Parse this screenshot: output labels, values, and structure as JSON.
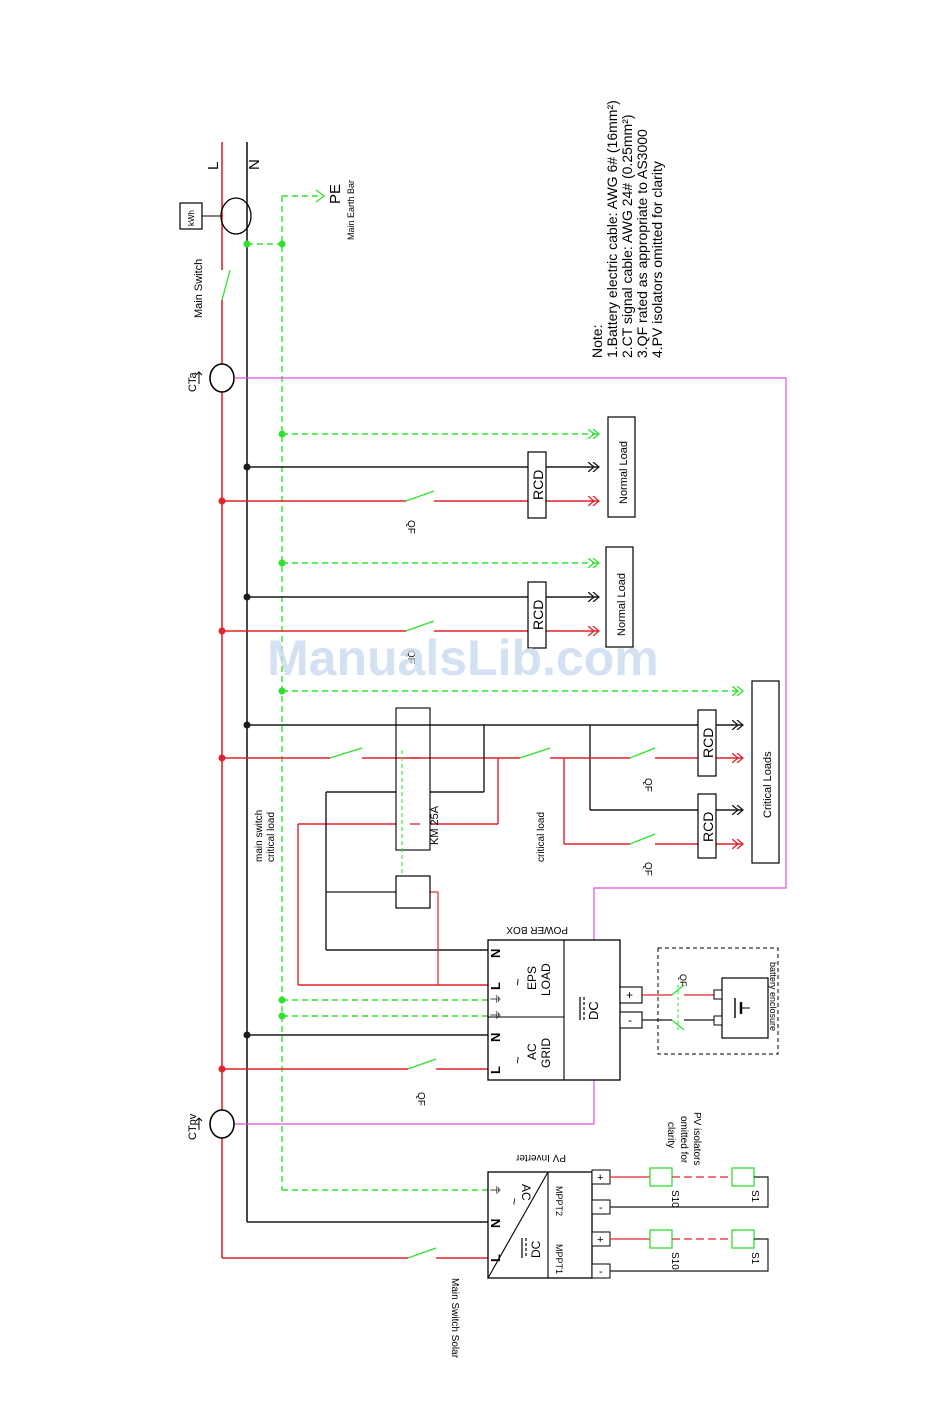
{
  "colors": {
    "live": "#e0242c",
    "neutral": "#1a1a1a",
    "earth": "#2ee32e",
    "ct_signal": "#e052e0",
    "watermark": "#b8d0ee"
  },
  "bus": {
    "l_label": "L",
    "n_label": "N",
    "pe_label": "PE",
    "earth_bar_label": "Main Earth Bar"
  },
  "meter": {
    "label": "kWh"
  },
  "switches": {
    "main_switch": "Main Switch",
    "main_switch_solar": "Main Switch Solar",
    "qf": "QF"
  },
  "ct": {
    "cta": "CTa",
    "ctpv": "CTpv"
  },
  "notes": {
    "title": "Note:",
    "items": [
      "1.Battery electric cable: AWG 6# (16mm²)",
      "2.CT signal cable: AWG 24#  (0.25mm²)",
      "3.QF rated as appropriate to AS3000",
      "4.PV isolators omitted for clarity"
    ]
  },
  "loads": {
    "rcd": "RCD",
    "normal_load_1": "Normal Load",
    "normal_load_2": "Normal Load",
    "critical_loads": "Critical Loads"
  },
  "contactor": {
    "label": "KM 25A"
  },
  "annotations": {
    "main_switch_critical": [
      "main switch",
      "critical load"
    ],
    "critical_load": "critical load"
  },
  "power_box": {
    "title": "POWER BOX",
    "eps": [
      "~",
      "EPS",
      "LOAD"
    ],
    "grid": [
      "~",
      "AC",
      "GRID"
    ],
    "dc": "DC",
    "terminals": {
      "n": "N",
      "l": "L",
      "pe": "⏚",
      "plus": "+",
      "minus": "-"
    }
  },
  "battery": {
    "enclosure": "battery enclosure",
    "qf": "QF"
  },
  "pv_inverter": {
    "title": "PV Inverter",
    "ac": "AC",
    "dc": "DC",
    "mppt1": "MPPT1",
    "mppt2": "MPPT2",
    "plus": "+",
    "minus": "-",
    "isolators_note": [
      "PV isolators",
      "omitted for",
      "clarity"
    ],
    "s1": "S1",
    "s10": "S10"
  },
  "watermark": "ManualsLib.com"
}
